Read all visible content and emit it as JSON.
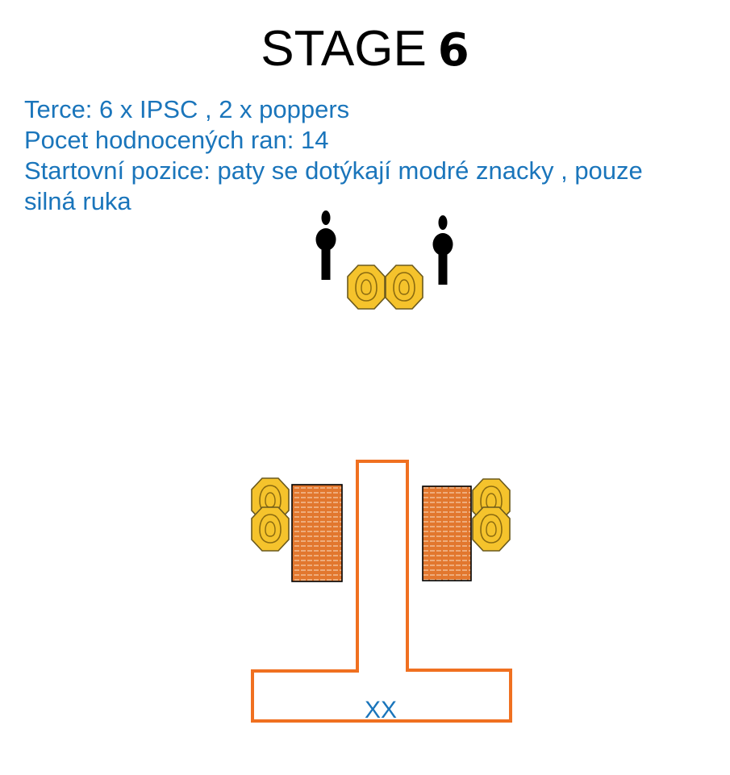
{
  "title": {
    "prefix": "STAGE",
    "number": "6"
  },
  "info": {
    "targets": "Terce: 6 x IPSC , 2 x poppers",
    "shot_count": "Pocet hodnocených ran: 14",
    "start_position_line1": "Startovní pozice: paty se dotýkají modré znacky , pouze",
    "start_position_line2": "silná ruka"
  },
  "diagram": {
    "start_label": "XX",
    "colors": {
      "text_blue": "#1a75bb",
      "fault_line": "#f07020",
      "target_fill": "#f5c32c",
      "target_outline": "#6b5a1e",
      "barricade_fill": "#e2772e",
      "popper": "#000000"
    },
    "icons": {
      "popper": "popper-icon",
      "ipsc_target": "ipsc-target-icon",
      "barricade": "barricade-icon"
    }
  }
}
